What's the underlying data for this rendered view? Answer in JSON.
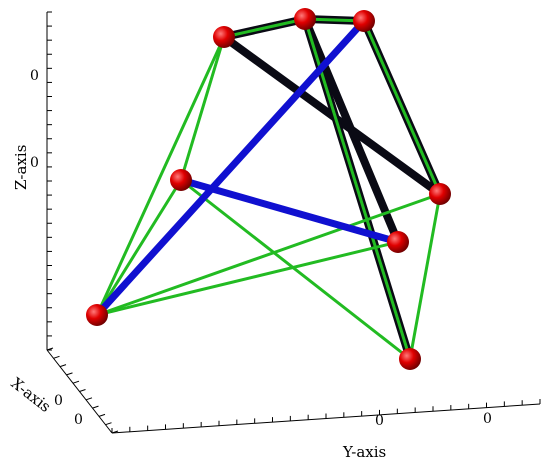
{
  "axes": {
    "z_label": "Z-axis",
    "x_label": "X-axis",
    "y_label": "Y-axis",
    "z_tick_labels": [
      "0",
      "0"
    ],
    "x_tick_labels": [
      "0",
      "0"
    ],
    "y_tick_labels": [
      "0",
      "0"
    ]
  },
  "colors": {
    "node": "#e00000",
    "node_shadow": "#7a0000",
    "edge_green": "#22bb22",
    "edge_blue": "#1010d0",
    "edge_black": "#0a0a14",
    "axis": "#000000"
  },
  "nodes": [
    {
      "id": "n1"
    },
    {
      "id": "n2"
    },
    {
      "id": "n3"
    },
    {
      "id": "n4"
    },
    {
      "id": "n5"
    },
    {
      "id": "n6"
    },
    {
      "id": "n7"
    },
    {
      "id": "n8"
    }
  ],
  "edges": [
    {
      "from": "n2",
      "to": "n3",
      "color": "black"
    },
    {
      "from": "n3",
      "to": "n4",
      "color": "black"
    },
    {
      "from": "n2",
      "to": "n6",
      "color": "black"
    },
    {
      "from": "n4",
      "to": "n6",
      "color": "black"
    },
    {
      "from": "n3",
      "to": "n8",
      "color": "black"
    },
    {
      "from": "n3",
      "to": "n7",
      "color": "black"
    },
    {
      "from": "n4",
      "to": "n1",
      "color": "blue"
    },
    {
      "from": "n5",
      "to": "n7",
      "color": "blue"
    },
    {
      "from": "n2",
      "to": "n1",
      "color": "green"
    },
    {
      "from": "n2",
      "to": "n3",
      "color": "green"
    },
    {
      "from": "n3",
      "to": "n4",
      "color": "green"
    },
    {
      "from": "n4",
      "to": "n6",
      "color": "green"
    },
    {
      "from": "n6",
      "to": "n8",
      "color": "green"
    },
    {
      "from": "n7",
      "to": "n1",
      "color": "green"
    },
    {
      "from": "n5",
      "to": "n1",
      "color": "green"
    },
    {
      "from": "n5",
      "to": "n8",
      "color": "green"
    },
    {
      "from": "n2",
      "to": "n5",
      "color": "green"
    },
    {
      "from": "n3",
      "to": "n8",
      "color": "green"
    },
    {
      "from": "n1",
      "to": "n6",
      "color": "green"
    }
  ]
}
